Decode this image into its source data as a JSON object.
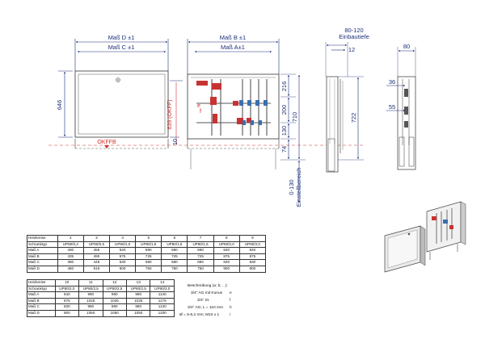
{
  "dimensions": {
    "mass_d": "Maß D ±1",
    "mass_c": "Maß C ±1",
    "mass_b": "Maß B ±1",
    "mass_a": "Maß A±1",
    "h646": "646",
    "h639": "639 (OKFF)",
    "h10": "10",
    "h216": "216",
    "h200": "200",
    "h130": "130",
    "h710": "710",
    "h74": "74",
    "h722": "722",
    "einbautiefe_range": "80-120",
    "einbautiefe": "Einbautiefe",
    "d12": "12",
    "d80": "80",
    "d36": "36",
    "d55": "55",
    "einstell_range": "0-130",
    "einstell": "Einstellbereich"
  },
  "markers": {
    "okffb": "OKFFB",
    "e": "e",
    "f": "f"
  },
  "table1": {
    "headers": [
      "Heizkreise",
      "2",
      "3",
      "4",
      "5",
      "6",
      "7",
      "8",
      "9"
    ],
    "rows": [
      [
        "Schranktyp",
        "UP80/0,4",
        "UP80/0,5",
        "UP80/1,0",
        "UP80/1,5",
        "UP80/1,5",
        "UP80/1,5",
        "UP80/2,0",
        "UP80/2,0"
      ],
      [
        "Maß A",
        "400",
        "455",
        "540",
        "690",
        "690",
        "690",
        "840",
        "840"
      ],
      [
        "Maß B",
        "435",
        "490",
        "575",
        "725",
        "725",
        "725",
        "875",
        "875"
      ],
      [
        "Maß C",
        "390",
        "445",
        "530",
        "680",
        "680",
        "680",
        "830",
        "830"
      ],
      [
        "Maß D",
        "460",
        "515",
        "600",
        "750",
        "750",
        "750",
        "900",
        "900"
      ]
    ]
  },
  "table2": {
    "headers": [
      "Heizkreise",
      "10",
      "11",
      "12",
      "13",
      "14"
    ],
    "rows": [
      [
        "Schranktyp",
        "UP80/2,0",
        "UP80/2,5",
        "UP80/2,5",
        "UP80/2,5",
        "UP80/3,0"
      ],
      [
        "Maß A",
        "840",
        "990",
        "990",
        "990",
        "1140"
      ],
      [
        "Maß B",
        "875",
        "1025",
        "1025",
        "1025",
        "1175"
      ],
      [
        "Maß C",
        "830",
        "980",
        "980",
        "980",
        "1130"
      ],
      [
        "Maß D",
        "900",
        "1050",
        "1050",
        "1050",
        "1200"
      ]
    ]
  },
  "legend": {
    "title": "Beschreibung (a; b; ...):",
    "rows": [
      {
        "key": "e",
        "text": "3/4\" AG mit Konus"
      },
      {
        "key": "f",
        "text": "3/4\" IG"
      },
      {
        "key": "h",
        "text": "3/4\" AG; L = 110 mm"
      },
      {
        "key": "i",
        "text": "Ø = 5-5,2 mm; M10 x 1"
      }
    ]
  },
  "colors": {
    "drawing": "#1c2f7a",
    "outline": "#333333",
    "reference": "#d0302a",
    "pipes": "#c93232"
  }
}
